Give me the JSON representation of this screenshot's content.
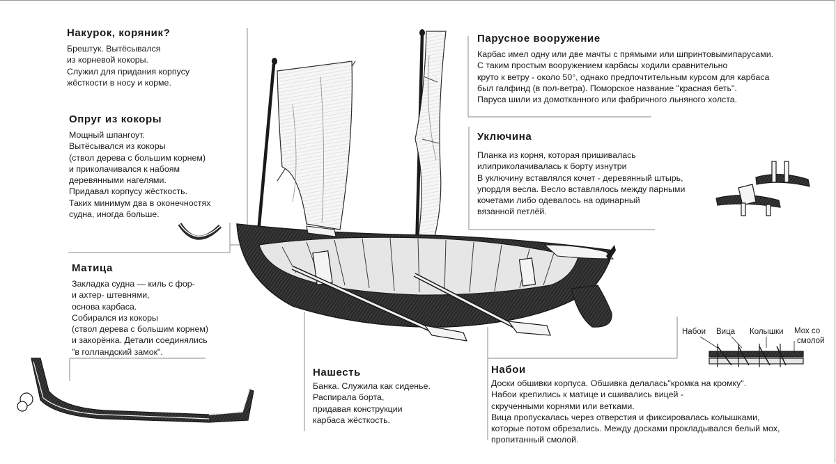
{
  "sections": {
    "nakurok": {
      "title": "Накурок, коряник?",
      "lines": [
        "Брештук. Вытёсывался",
        "из корневой кокоры.",
        "Служил для придания корпусу",
        "жёсткости в носу и корме."
      ]
    },
    "oprug": {
      "title": "Опруг из кокоры",
      "lines": [
        "Мощный шпангоут.",
        "Вытёсывался из кокоры",
        "(ствол дерева с большим корнем)",
        "и приколачивался к набоям",
        "деревянными нагелями.",
        "Придавал корпусу жёсткость.",
        "Таких минимум два в оконечностях",
        "судна, иногда больше."
      ]
    },
    "matitsa": {
      "title": "Матица",
      "lines": [
        "Закладка судна — киль с фор-",
        "и ахтер- штевнями,",
        "основа карбаса.",
        "Собирался из кокоры",
        "(ствол дерева с большим корнем)",
        "и закорёнка. Детали соединялись",
        "\"в голландский замок\"."
      ]
    },
    "parus": {
      "title": "Парусное вооружение",
      "lines": [
        "Карбас имел одну или две мачты с прямыми или шпринтовымипарусами.",
        "С таким простым вооружением карбасы ходили сравнительно",
        "круто к ветру - около 50°, однако предпочтительным курсом для карбаса",
        "был галфинд (в пол-ветра). Поморское название \"красная беть\".",
        "Паруса шили из домотканного или фабричного льняного холста."
      ]
    },
    "uklyuchina": {
      "title": "Уключина",
      "lines": [
        "Планка из корня, которая пришивалась",
        "илиприколачивалась к борту изнутри",
        "В уключину вставлялся кочет - деревянный штырь,",
        "упордля весла. Весло вставлялось между парными",
        "кочетами либо одевалось на одинарный",
        "вязанной петлёй."
      ]
    },
    "nashest": {
      "title": "Нашесть",
      "lines": [
        "Банка.  Служила как сиденье.",
        "Распирала борта,",
        "придавая конструкции",
        "карбаса жёсткость."
      ]
    },
    "naboi": {
      "title": "Набои",
      "lines": [
        "Доски обшивки корпуса. Обшивка делалась\"кромка на кромку\".",
        "Набои крепились к матице и сшивались вицей -",
        "скрученными корнями или ветками.",
        "Вица пропускалась через отверстия и фиксировалась колышками,",
        "которые потом обрезались. Между досками прокладывался белый мох,",
        "пропитанный смолой."
      ]
    }
  },
  "detail_labels": {
    "naboi": "Набои",
    "vitsa": "Вица",
    "kolyshki": "Колышки",
    "moh": "Мох со",
    "smoloy": "смолой"
  },
  "colors": {
    "text": "#1a1a1a",
    "leader_line": "#8a8a8a",
    "hull": "#1e1e1e",
    "deck": "#e6e6e6",
    "sail": "#f2f2f2"
  }
}
